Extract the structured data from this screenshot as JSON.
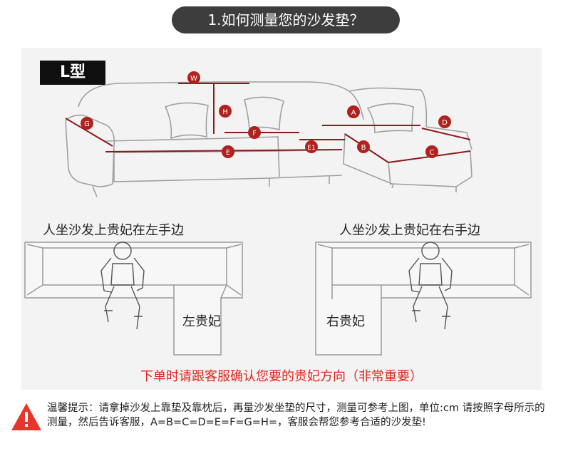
{
  "header": {
    "title": "1.如何测量您的沙发垫？"
  },
  "shape_tag": "L型",
  "sofa_labels": [
    "W",
    "H",
    "G",
    "F",
    "E",
    "E1",
    "A",
    "B",
    "C",
    "D"
  ],
  "left_case": {
    "caption": "人坐沙发上贵妃在左手边",
    "chaise_label": "左贵妃"
  },
  "right_case": {
    "caption": "人坐沙发上贵妃在右手边",
    "chaise_label": "右贵妃"
  },
  "notice": "下单时请跟客服确认您要的贵妃方向（非常重要）",
  "tip_text": "温馨提示：请拿掉沙发上靠垫及靠枕后，再量沙发坐垫的尺寸，测量可参考上图，单位:cm 请按照字母所示的测量，然后告诉客服，A=B=C=D=E=F=G=H=，客服会帮您参考合适的沙发垫!",
  "colors": {
    "measure_line": "#8b1a1a",
    "badge": "#b0221f",
    "notice": "#e0241b",
    "warning": "#e8352b",
    "pill": "#3d3d3d"
  },
  "icons": {
    "warning": "warning-triangle-icon"
  }
}
